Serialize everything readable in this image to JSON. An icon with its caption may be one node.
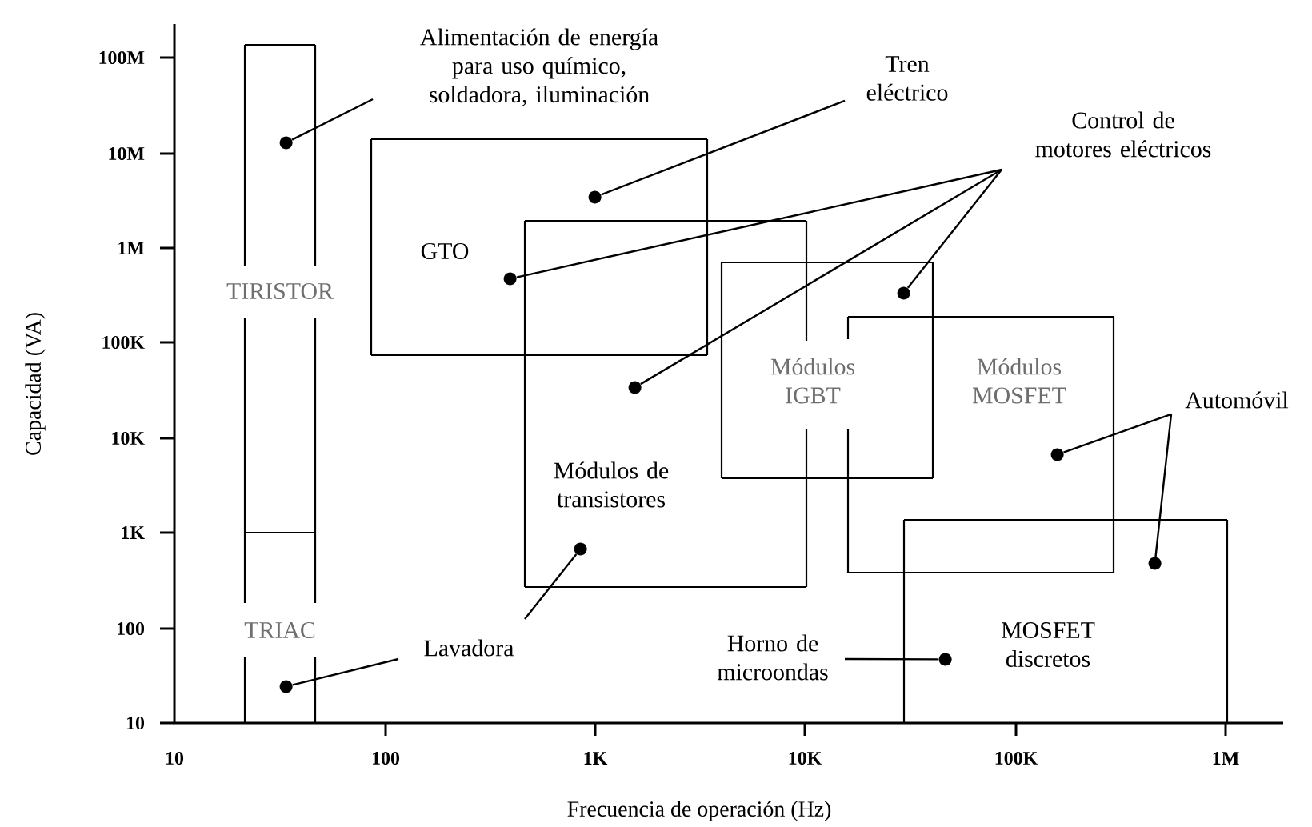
{
  "diagram": {
    "nodes": [
      {
        "text": [
          "TIRISTOR"
        ]
      },
      {
        "text": [
          "TRIAC"
        ]
      },
      {
        "text": [
          "GTO"
        ]
      },
      {
        "text": [
          "Módulos de transistores"
        ]
      },
      {
        "text": [
          "Módulos IGBT"
        ]
      },
      {
        "text": [
          "Módulos MOSFET"
        ]
      },
      {
        "text": [
          "MOSFET discretos"
        ]
      },
      {
        "text": [
          "Alimentación de energía para uso químico, soldadora, iluminación"
        ]
      },
      {
        "text": [
          "Tren eléctrico"
        ]
      },
      {
        "text": [
          "Control de motores eléctricos"
        ]
      },
      {
        "text": [
          "Automóvil"
        ]
      },
      {
        "text": [
          "Lavadora"
        ]
      },
      {
        "text": [
          "Horno de microondas"
        ]
      },
      {
        "text": [],
        "shape": "circle",
        "in": 0
      },
      {
        "text": [],
        "shape": "circle",
        "in": 2
      },
      {
        "text": [],
        "shape": "circle",
        "in": 2
      },
      {
        "text": [],
        "shape": "circle",
        "in": 3
      },
      {
        "text": [],
        "shape": "circle",
        "in": 4
      },
      {
        "text": [],
        "shape": "circle",
        "in": 5
      },
      {
        "text": [],
        "shape": "circle",
        "in": 6
      },
      {
        "text": [],
        "shape": "circle",
        "in": 1
      },
      {
        "text": [],
        "shape": "circle",
        "in": 3
      },
      {
        "text": [],
        "shape": "circle",
        "in": 6
      }
    ],
    "edges": [
      {
        "from": 7,
        "to": 13,
        "arrow": "none"
      },
      {
        "from": 8,
        "to": 14,
        "arrow": "none"
      },
      {
        "from": 9,
        "to": 15,
        "arrow": "none"
      },
      {
        "from": 9,
        "to": 16,
        "arrow": "none"
      },
      {
        "from": 9,
        "to": 17,
        "arrow": "none"
      },
      {
        "from": 10,
        "to": 18,
        "arrow": "none"
      },
      {
        "from": 10,
        "to": 19,
        "arrow": "none"
      },
      {
        "from": 11,
        "to": 20,
        "arrow": "none"
      },
      {
        "from": 11,
        "to": 21,
        "arrow": "none"
      },
      {
        "from": 12,
        "to": 22,
        "arrow": "none"
      }
    ],
    "labels": [
      "Capacidad (VA)",
      "100M",
      "10M",
      "1M",
      "100K",
      "10K",
      "1K",
      "100",
      "10",
      "10",
      "100",
      "1K",
      "10K",
      "100K",
      "1M",
      "Frecuencia de operación (Hz)"
    ]
  }
}
